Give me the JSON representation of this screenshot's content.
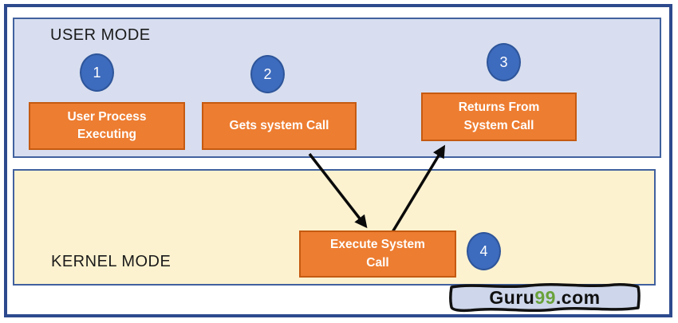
{
  "panels": {
    "user": {
      "label": "USER MODE"
    },
    "kernel": {
      "label": "KERNEL MODE"
    }
  },
  "steps": [
    {
      "badge": "1",
      "line1": "User Process",
      "line2": "Executing"
    },
    {
      "badge": "2",
      "line1": "Gets system Call"
    },
    {
      "badge": "3",
      "line1": "Returns From",
      "line2": "System Call"
    },
    {
      "badge": "4",
      "line1": "Execute System",
      "line2": "Call"
    }
  ],
  "arrows": [
    {
      "name": "gets-call-to-execute",
      "from": "Gets system Call",
      "to": "Execute System Call"
    },
    {
      "name": "execute-to-returns",
      "from": "Execute System Call",
      "to": "Returns From System Call"
    }
  ],
  "watermark": {
    "brand": "Guru",
    "number": "99",
    "suffix": ".com"
  },
  "colors": {
    "outer_border": "#2D4A8E",
    "panel_border": "#41619F",
    "user_panel_fill": "#D8DEEF",
    "kernel_panel_fill": "#FDF2CF",
    "process_box_fill": "#ED7D31",
    "process_box_border": "#C55A11",
    "badge_fill": "#3D6BBD",
    "badge_border": "#2E559A",
    "arrow_color": "#0A0A0A",
    "watermark_fill": "#CDD6EA",
    "watermark_border": "#111111",
    "watermark_number_color": "#69A23B"
  }
}
